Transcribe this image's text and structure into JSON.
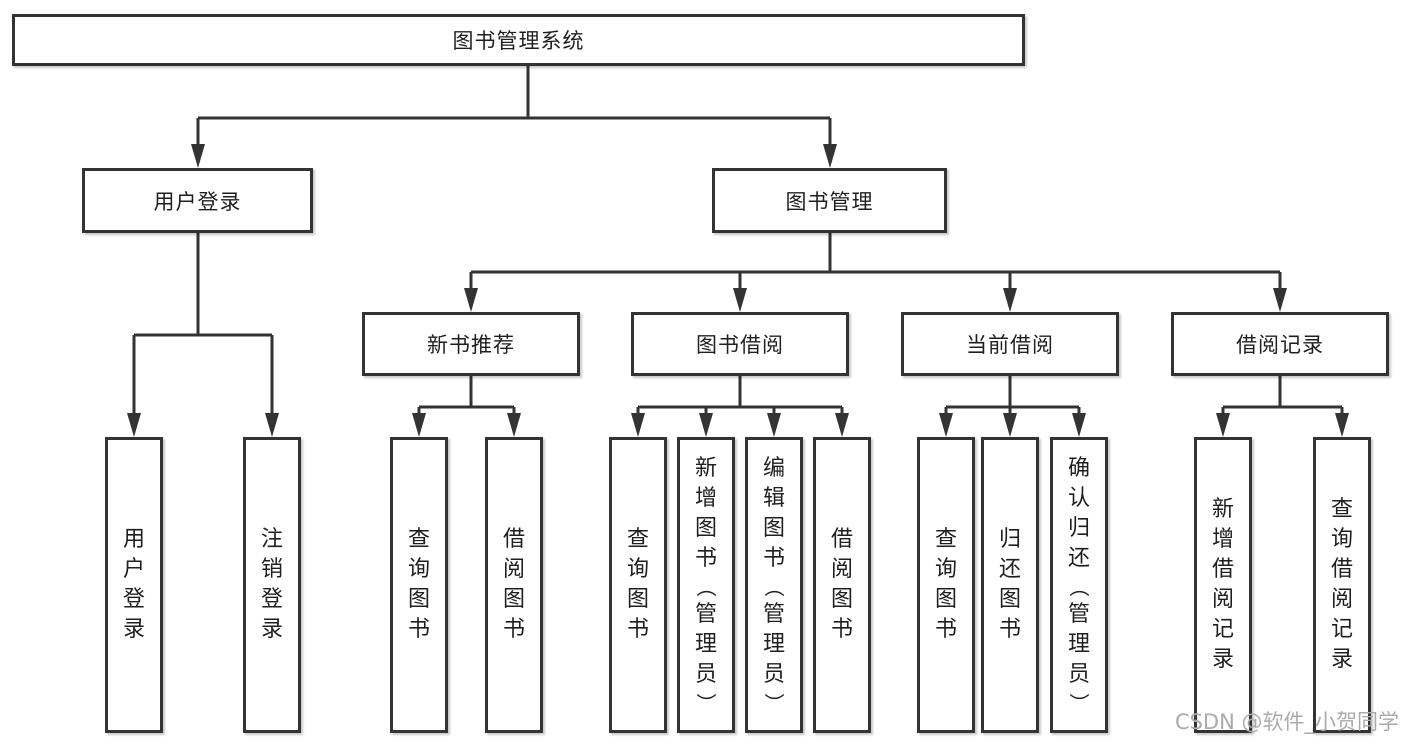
{
  "diagram": {
    "root": "图书管理系统",
    "branches": [
      {
        "label": "用户登录",
        "children": [
          "用户登录",
          "注销登录"
        ]
      },
      {
        "label": "图书管理",
        "sections": [
          {
            "label": "新书推荐",
            "children": [
              "查询图书",
              "借阅图书"
            ]
          },
          {
            "label": "图书借阅",
            "children": [
              "查询图书",
              "新增图书（管理员）",
              "编辑图书（管理员）",
              "借阅图书"
            ]
          },
          {
            "label": "当前借阅",
            "children": [
              "查询图书",
              "归还图书",
              "确认归还（管理员）"
            ]
          },
          {
            "label": "借阅记录",
            "children": [
              "新增借阅记录",
              "查询借阅记录"
            ]
          }
        ]
      }
    ]
  },
  "watermark": "CSDN @软件_小贺同学",
  "colors": {
    "line": "#333333",
    "border": "#333333",
    "text": "#1f1f1f",
    "watermark": "#ababab",
    "background": "#ffffff"
  }
}
